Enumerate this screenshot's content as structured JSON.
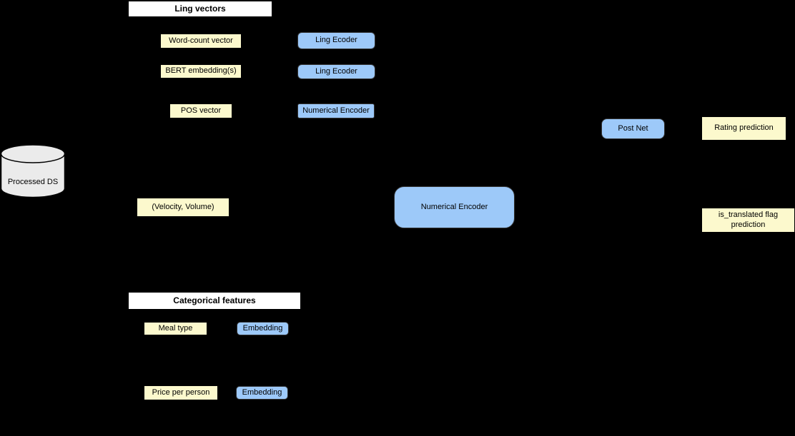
{
  "canvas": {
    "background": "#000000"
  },
  "colors": {
    "input_box_fill": "#FCF9CD",
    "encoder_box_fill": "#9DC9F9",
    "header_fill": "#FFFFFF",
    "datastore_fill": "#EBEBEB"
  },
  "datastore": {
    "label": "Processed DS"
  },
  "ling_section": {
    "header": "Ling vectors",
    "word_count_vector": "Word-count vector",
    "ling_ecoder_1": "Ling Ecoder",
    "bert_embedding": "BERT embedding(s)",
    "ling_ecoder_2": "Ling Ecoder",
    "pos_vector": "POS vector",
    "numerical_encoder": "Numerical Encoder"
  },
  "numeric_section": {
    "velocity_volume": "(Velocity, Volume)",
    "numerical_encoder": "Numerical Encoder"
  },
  "categorical_section": {
    "header": "Categorical features",
    "meal_type": "Meal type",
    "embedding_meal": "Embedding",
    "price_per_person": "Price per person",
    "embedding_price": "Embedding"
  },
  "output_section": {
    "post_net": "Post Net",
    "rating_prediction": "Rating prediction",
    "is_translated_prediction": "is_translated flag prediction"
  }
}
